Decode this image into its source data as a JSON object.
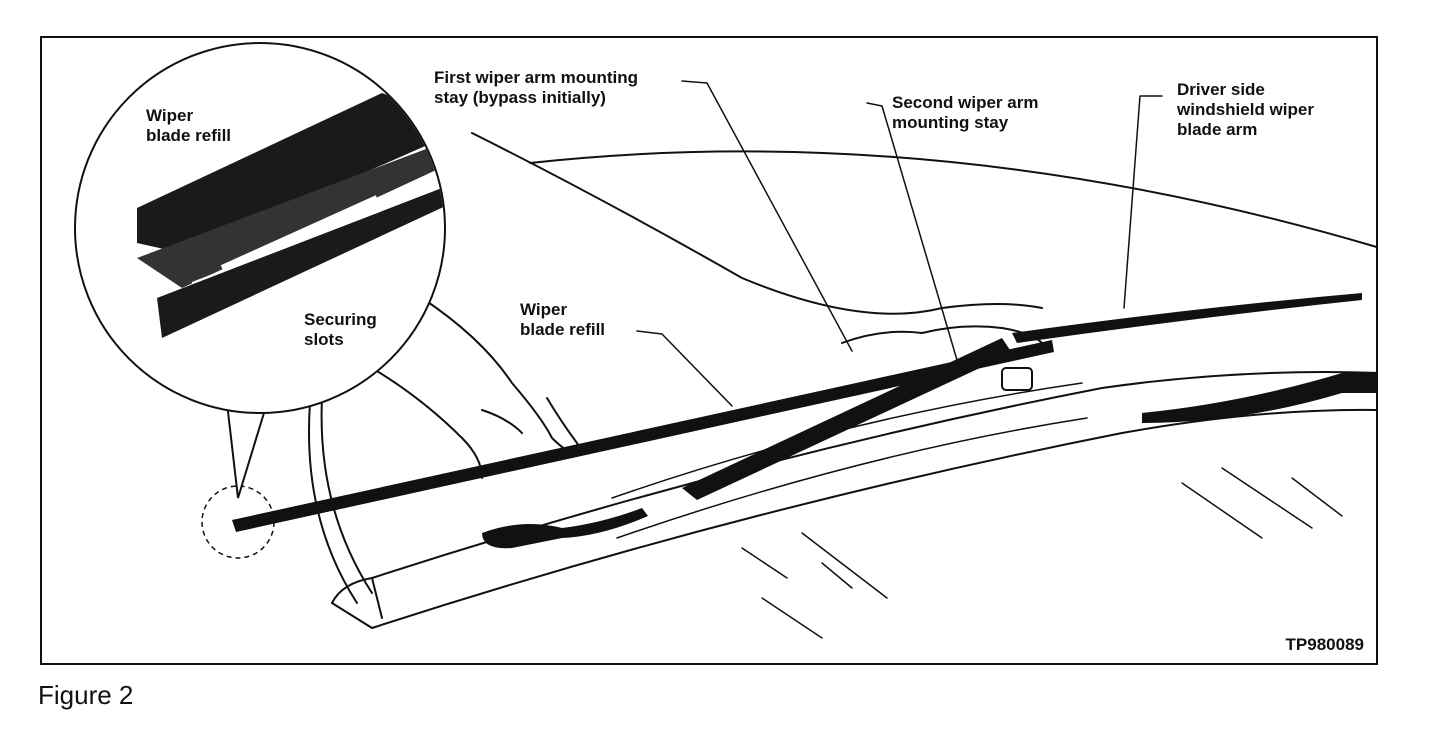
{
  "labels": {
    "first_stay": "First wiper arm mounting\nstay (bypass initially)",
    "second_stay": "Second wiper arm\nmounting stay",
    "driver_arm": "Driver side\nwindshield wiper\nblade arm",
    "refill_main": "Wiper\nblade refill",
    "refill_inset": "Wiper\nblade refill",
    "securing_slots": "Securing\nslots"
  },
  "figure_id": "TP980089",
  "caption": "Figure 2"
}
